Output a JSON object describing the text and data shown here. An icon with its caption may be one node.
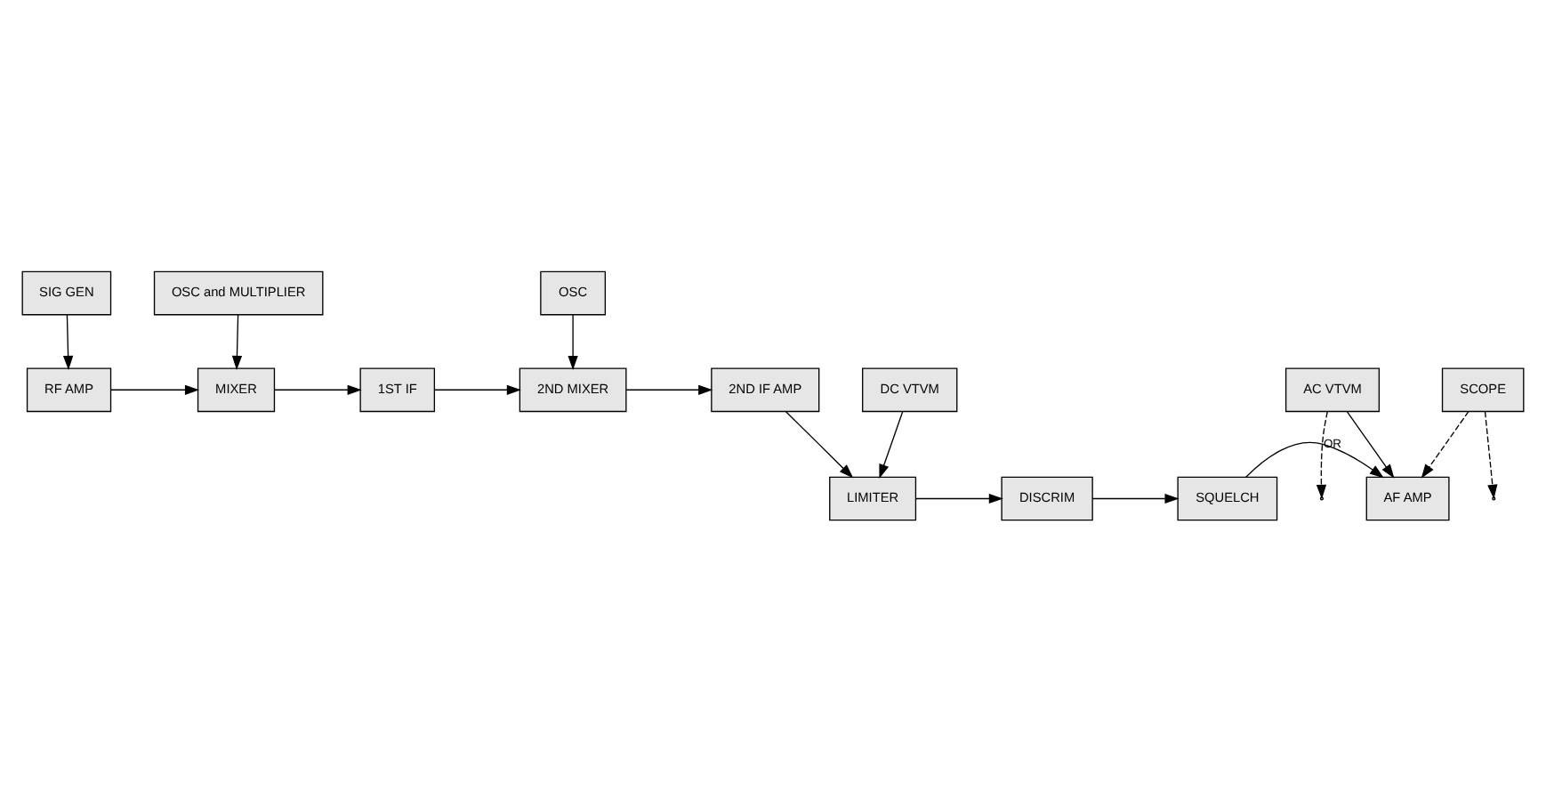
{
  "diagram": {
    "nodes": [
      {
        "text": [
          "SIG GEN"
        ]
      },
      {
        "text": [
          "OSC and MULTIPLIER"
        ]
      },
      {
        "text": [
          "OSC"
        ]
      },
      {
        "text": [
          "RF AMP"
        ]
      },
      {
        "text": [
          "MIXER"
        ]
      },
      {
        "text": [
          "1ST IF"
        ]
      },
      {
        "text": [
          "2ND MIXER"
        ]
      },
      {
        "text": [
          "2ND IF AMP"
        ]
      },
      {
        "text": [
          "AF AMP"
        ]
      },
      {
        "text": [
          "SQUELCH"
        ]
      },
      {
        "text": [
          "DISCRIM"
        ]
      },
      {
        "text": [
          "LIMITER"
        ]
      },
      {
        "text": [
          "AC VTVM"
        ]
      },
      {
        "text": [
          "SCOPE"
        ]
      },
      {
        "text": [
          "DC VTVM"
        ]
      }
    ],
    "edges": [
      {
        "from": 0,
        "to": 3,
        "arrow": "to"
      },
      {
        "from": 3,
        "to": 4,
        "arrow": "to"
      },
      {
        "from": 1,
        "to": 4,
        "arrow": "to"
      },
      {
        "from": 4,
        "to": 5,
        "arrow": "to"
      },
      {
        "from": 5,
        "to": 6,
        "arrow": "to"
      },
      {
        "from": 2,
        "to": 6,
        "arrow": "to"
      },
      {
        "from": 6,
        "to": 7,
        "arrow": "to"
      },
      {
        "from": 7,
        "to": 11,
        "arrow": "to"
      },
      {
        "from": 11,
        "to": 10,
        "arrow": "to"
      },
      {
        "from": 10,
        "to": 9,
        "arrow": "to"
      },
      {
        "from": 9,
        "to": 8,
        "arrow": "to"
      },
      {
        "from": 14,
        "to": 11,
        "arrow": "to"
      },
      {
        "from": 12,
        "to": 8,
        "arrow": "to"
      },
      {
        "from": 12,
        "to": null,
        "arrow": "to",
        "style": "dashed",
        "label": "OR"
      },
      {
        "from": 13,
        "to": 8,
        "arrow": "to",
        "style": "dashed"
      },
      {
        "from": 13,
        "to": null,
        "arrow": "to",
        "style": "dashed"
      }
    ]
  }
}
